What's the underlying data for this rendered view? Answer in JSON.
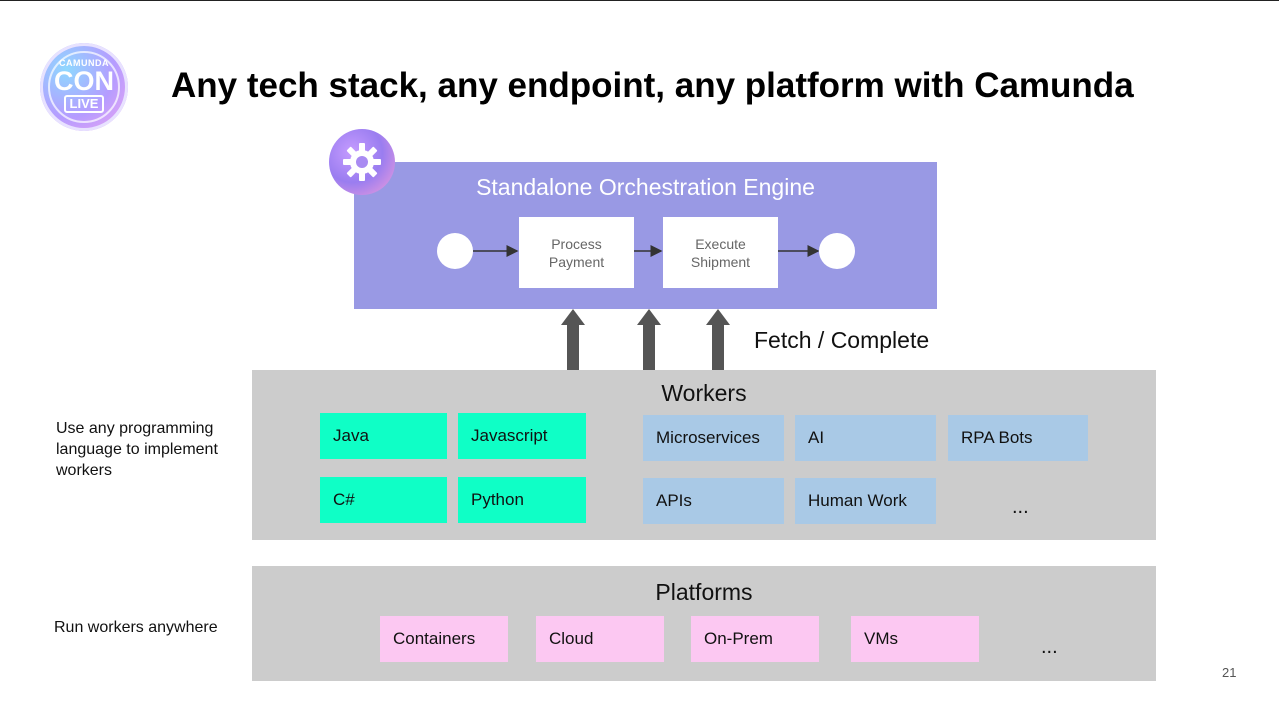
{
  "logo": {
    "top": "CAMUNDA",
    "mid": "CON",
    "bottom": "LIVE"
  },
  "title": "Any tech stack, any endpoint, any platform with Camunda",
  "engine": {
    "title": "Standalone Orchestration Engine",
    "tasks": [
      "Process Payment",
      "Execute Shipment"
    ]
  },
  "fetch_label": "Fetch / Complete",
  "workers": {
    "title": "Workers",
    "languages": [
      "Java",
      "Javascript",
      "C#",
      "Python"
    ],
    "endpoints": [
      "Microservices",
      "AI",
      "RPA Bots",
      "APIs",
      "Human Work"
    ],
    "more": "..."
  },
  "platforms": {
    "title": "Platforms",
    "items": [
      "Containers",
      "Cloud",
      "On-Prem",
      "VMs"
    ],
    "more": "..."
  },
  "side_notes": {
    "workers": "Use any programming language to implement workers",
    "platforms": "Run workers anywhere"
  },
  "page_number": "21",
  "colors": {
    "engine": "#9999e4",
    "panel": "#cccccc",
    "language_chip": "#0fffc6",
    "endpoint_chip": "#a9c9e6",
    "platform_chip": "#fcc8f2",
    "arrow": "#555555"
  },
  "icons": {
    "engine_badge": "gear-icon"
  }
}
